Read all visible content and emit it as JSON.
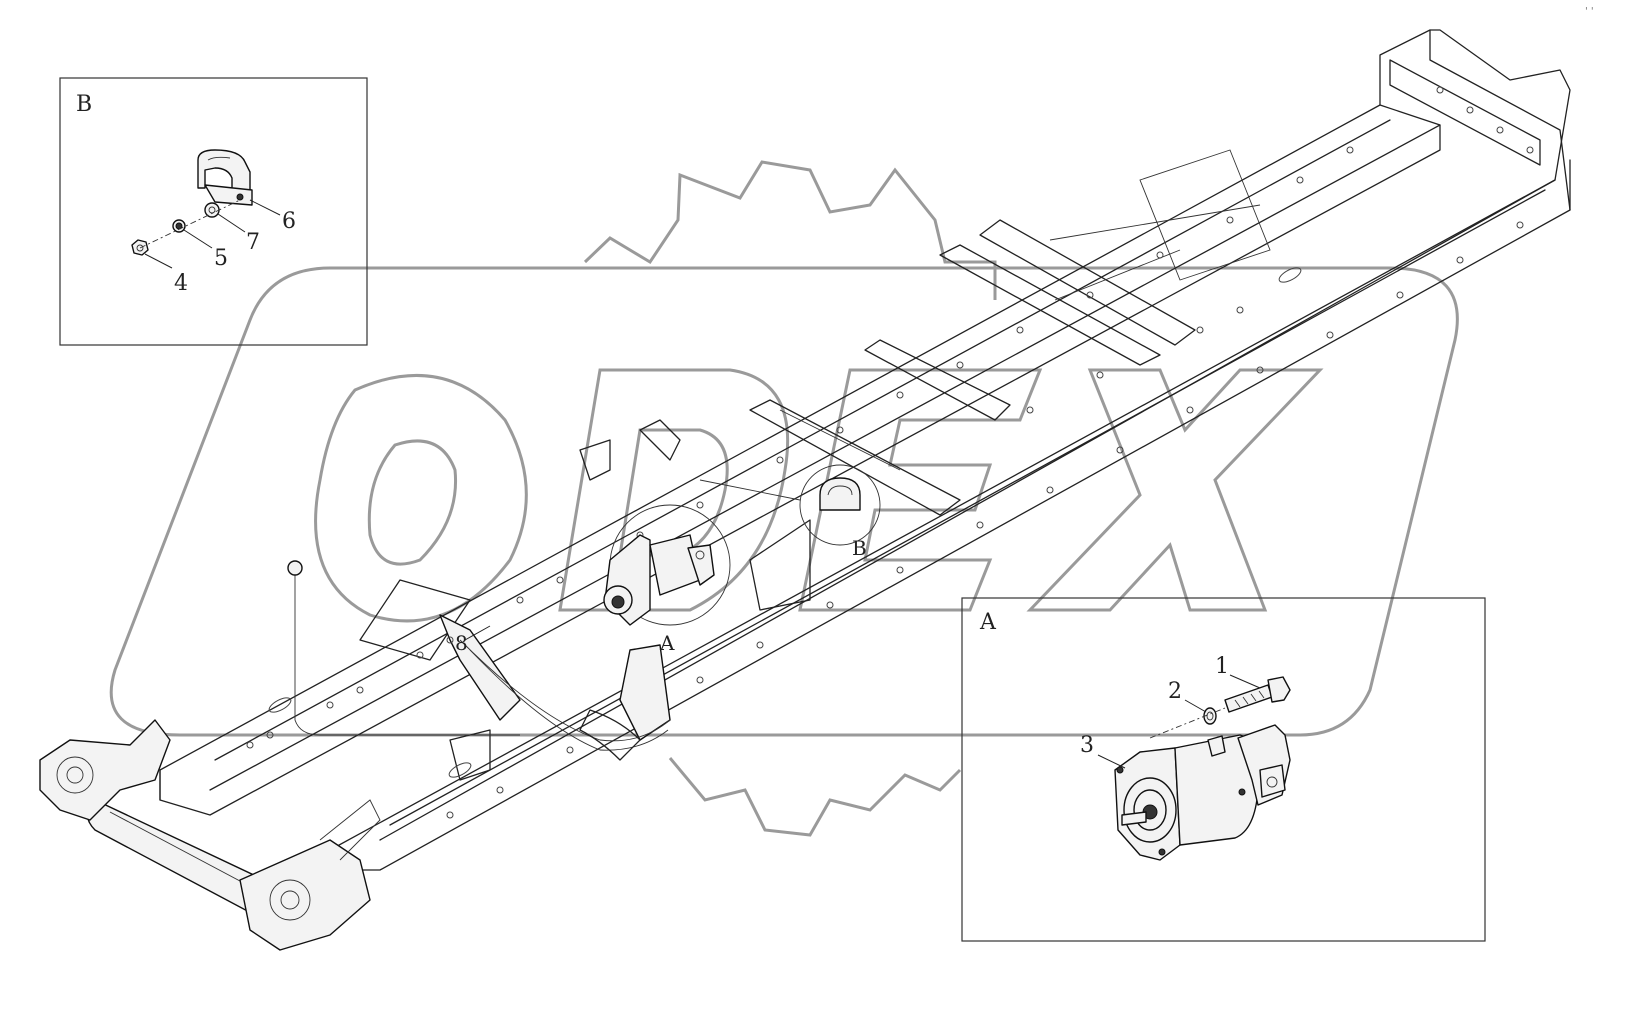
{
  "watermark": {
    "text": "ODEX",
    "color": "#9a9a9a"
  },
  "corner_mark": "' '",
  "detail_b": {
    "label": "B",
    "callouts": [
      "6",
      "7",
      "5",
      "4"
    ]
  },
  "detail_a": {
    "label": "A",
    "callouts": [
      "1",
      "2",
      "3"
    ]
  },
  "main_view": {
    "callouts": [
      "8",
      "A",
      "B"
    ]
  }
}
